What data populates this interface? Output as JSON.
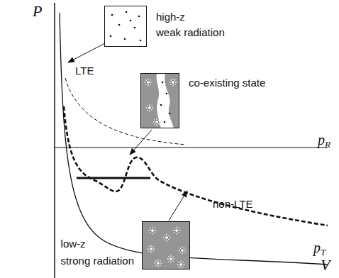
{
  "diagram": {
    "nodes": [
      {
        "text": [
          "high-z",
          "weak radiation"
        ]
      },
      {
        "text": [
          "co-existing state"
        ]
      },
      {
        "text": [
          "low-z",
          "strong radiation"
        ]
      }
    ],
    "labels": [
      "P",
      "LTE",
      "pR",
      "non-LTE",
      "pT",
      "V"
    ]
  }
}
